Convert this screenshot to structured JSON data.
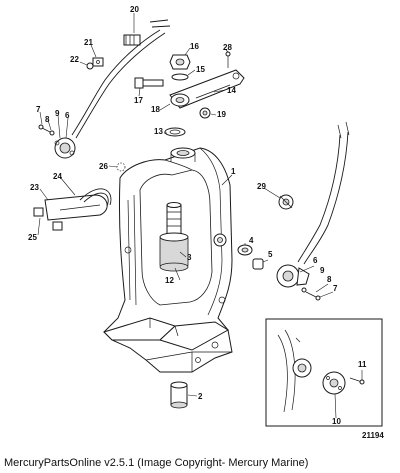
{
  "diagram": {
    "figure_number": "21194",
    "callouts": [
      "1",
      "2",
      "3",
      "4",
      "5",
      "6",
      "6",
      "7",
      "7",
      "8",
      "8",
      "9",
      "9",
      "10",
      "11",
      "12",
      "13",
      "14",
      "15",
      "16",
      "17",
      "18",
      "19",
      "20",
      "21",
      "22",
      "23",
      "24",
      "25",
      "26",
      "28",
      "29"
    ]
  },
  "footer": {
    "caption": "MercuryPartsOnline v2.5.1 (Image Copyright- Mercury Marine)"
  }
}
